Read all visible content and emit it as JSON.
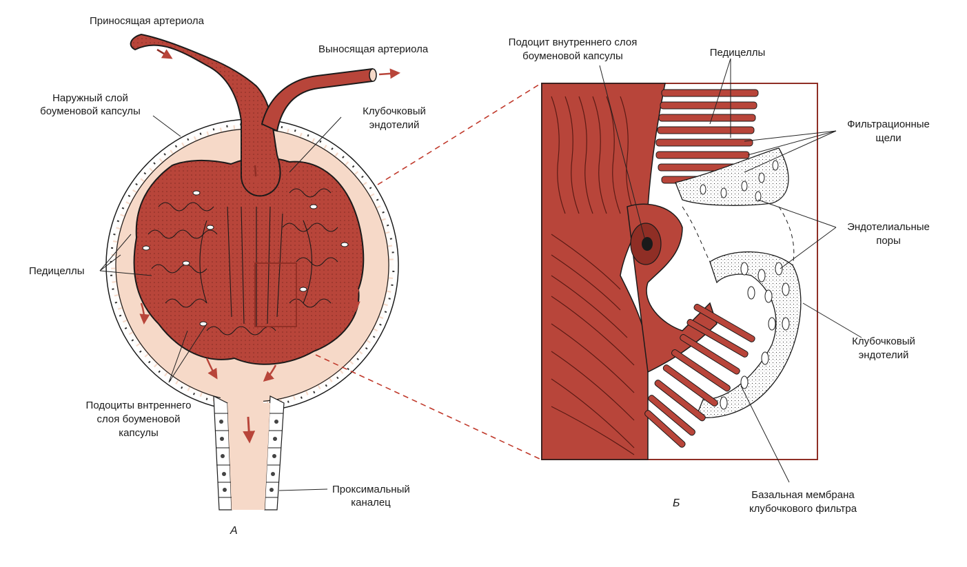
{
  "colors": {
    "tissue": "#b8453a",
    "tissue_dark": "#8f2e25",
    "fluid": "#f6d9c8",
    "pale": "#fbe9dc",
    "outline": "#1a1a1a",
    "leader": "#222222",
    "dashed_connector": "#c0392b"
  },
  "panel_a": {
    "letter": "А",
    "labels": {
      "afferent": "Приносящая артериола",
      "efferent": "Выносящая артериола",
      "outer_layer_1": "Наружный слой",
      "outer_layer_2": "боуменовой капсулы",
      "endothelium_1": "Клубочковый",
      "endothelium_2": "эндотелий",
      "pedicels": "Педицеллы",
      "podocytes_1": "Подоциты внтреннего",
      "podocytes_2": "слоя боуменовой",
      "podocytes_3": "капсулы",
      "tubule_1": "Проксимальный",
      "tubule_2": "каналец"
    }
  },
  "panel_b": {
    "letter": "Б",
    "labels": {
      "podocyte_1": "Подоцит внутреннего слоя",
      "podocyte_2": "боуменовой капсулы",
      "pedicels": "Педицеллы",
      "slits_1": "Фильтрационные",
      "slits_2": "щели",
      "pores_1": "Эндотелиальные",
      "pores_2": "поры",
      "endothelium_1": "Клубочковый",
      "endothelium_2": "эндотелий",
      "membrane_1": "Базальная мембрана",
      "membrane_2": "клубочкового фильтра"
    }
  }
}
